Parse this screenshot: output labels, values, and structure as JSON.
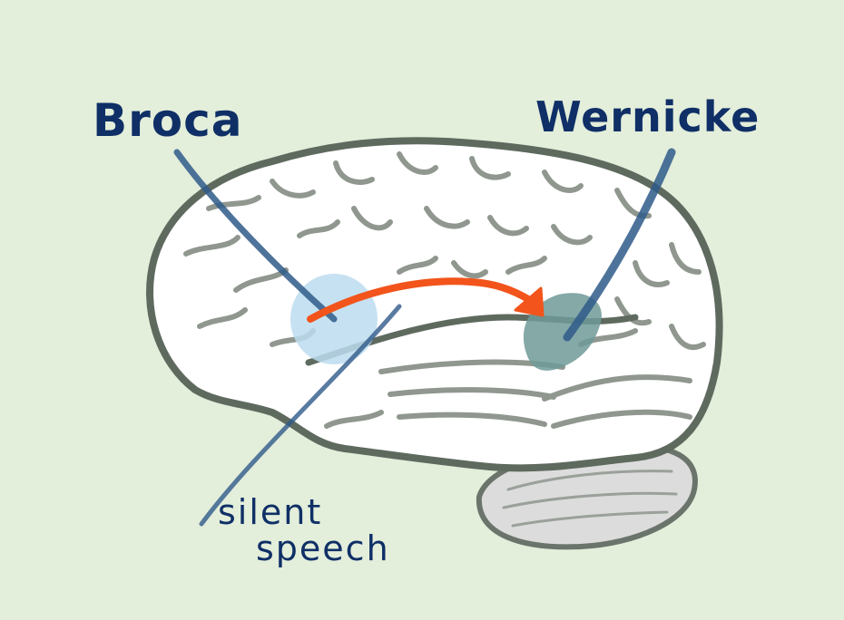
{
  "labels": {
    "broca": "Broca",
    "wernicke": "Wernicke",
    "silent_line1": "silent",
    "silent_line2": "speech"
  },
  "colors": {
    "background": "#e3eedb",
    "brain_fill": "#ffffff",
    "brain_outline": "#5f6a5f",
    "cerebellum": "#dcdcdc",
    "broca_region": "#bcdcef",
    "wernicke_region": "#6f9a98",
    "pointer_line": "#2f5a8a",
    "arrow": "#f2541b",
    "text": "#0f2f66"
  }
}
